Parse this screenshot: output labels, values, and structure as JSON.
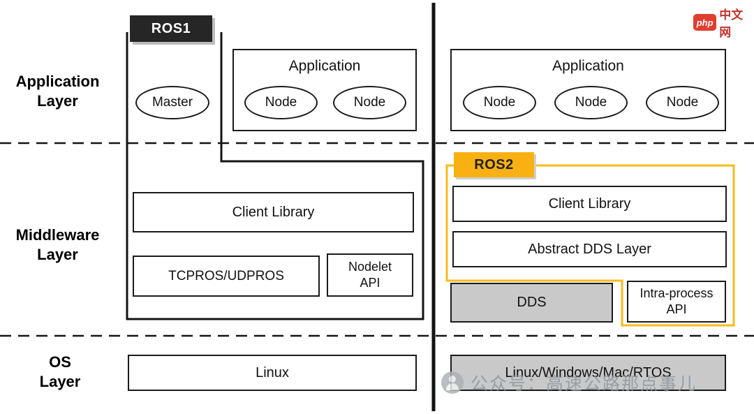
{
  "layer_labels": {
    "application": {
      "line1": "Application",
      "line2": "Layer"
    },
    "middleware": {
      "line1": "Middleware",
      "line2": "Layer"
    },
    "os": {
      "line1": "OS",
      "line2": "Layer"
    }
  },
  "ros1": {
    "badge": "ROS1",
    "application": {
      "title": "Application",
      "nodes": [
        "Node",
        "Node"
      ]
    },
    "master": "Master",
    "client_library": "Client Library",
    "transport": "TCPROS/UDPROS",
    "nodelet_api": {
      "line1": "Nodelet",
      "line2": "API"
    },
    "os_box": "Linux"
  },
  "ros2": {
    "badge": "ROS2",
    "application": {
      "title": "Application",
      "nodes": [
        "Node",
        "Node",
        "Node"
      ]
    },
    "client_library": "Client Library",
    "abstract_dds_layer": "Abstract DDS Layer",
    "dds": "DDS",
    "intra_process_api": {
      "line1": "Intra-process",
      "line2": "API"
    },
    "os_box": "Linux/Windows/Mac/RTOS"
  },
  "branding": {
    "logo_box": "php",
    "logo_suffix": "中文网"
  },
  "watermark": {
    "text": "公众号：高速公路那点事儿"
  },
  "colors": {
    "ros1-badge-bg": "#262626",
    "ros1-badge-text": "#ffffff",
    "ros2-badge-bg": "#f8b012",
    "ros2-badge-text": "#1f1f1f",
    "ros2-outline": "#f8bb1c",
    "gray-fill": "#c9c9c9",
    "line-black": "#141414",
    "logo-red": "#e23d2d",
    "logo-text": "#c3342b",
    "watermark-gray": "#8f9499"
  }
}
